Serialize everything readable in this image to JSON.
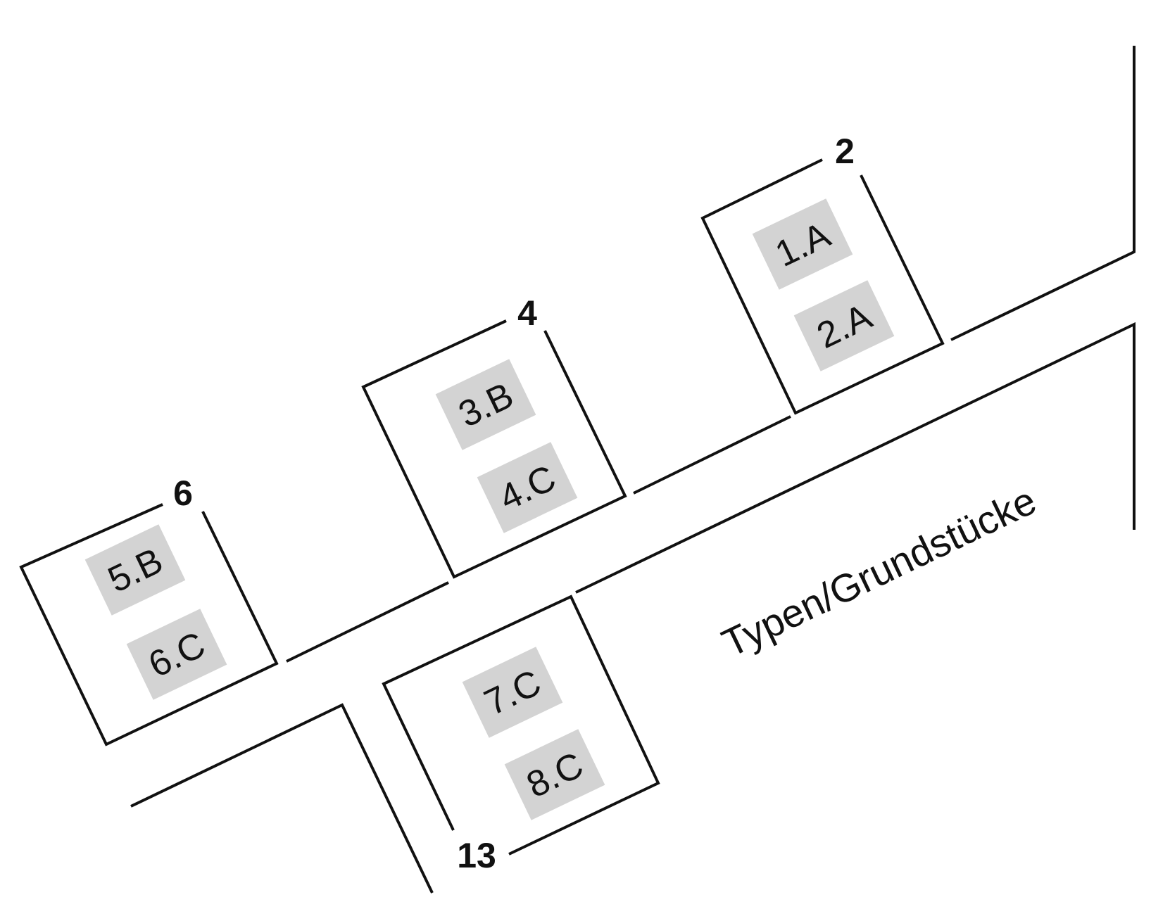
{
  "caption": "Typen/Grundstücke",
  "colors": {
    "line": "#111111",
    "label_fill": "#d3d3d3",
    "background": "#ffffff"
  },
  "plots": [
    {
      "number": "2",
      "units": [
        "1.A",
        "2.A"
      ]
    },
    {
      "number": "4",
      "units": [
        "3.B",
        "4.C"
      ]
    },
    {
      "number": "6",
      "units": [
        "5.B",
        "6.C"
      ]
    },
    {
      "number": "13",
      "units": [
        "7.C",
        "8.C"
      ]
    }
  ]
}
